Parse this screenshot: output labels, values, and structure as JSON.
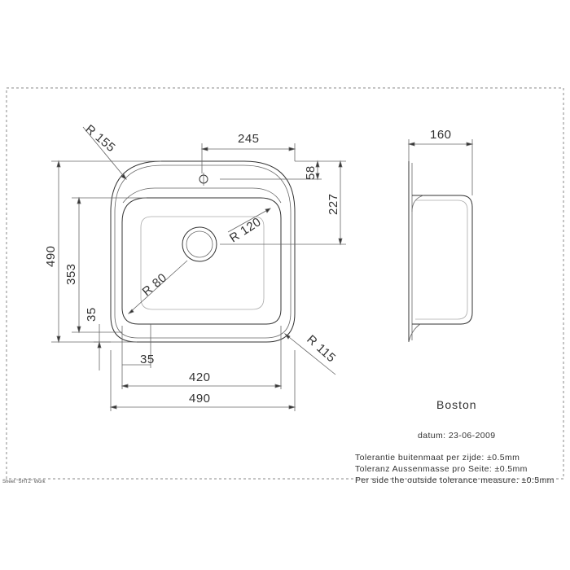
{
  "product": {
    "name": "Boston"
  },
  "date_line": "datum: 23-06-2009",
  "tolerances": [
    "Tolerantie buitenmaat per zijde: ±0.5mm",
    "Toleranz Aussenmasse pro Seite: ±0.5mm",
    "Per side the outside tolerance measure: ±0.5mm"
  ],
  "sheet_label": "Sheet \"SHT2\" Work",
  "dimensions": {
    "top_width": "245",
    "side_depth": "160",
    "tap_offset": "58",
    "drain_offset": "227",
    "overall_height": "490",
    "bowl_height": "353",
    "bottom_offset_v": "35",
    "bottom_offset_h": "35",
    "bowl_width": "420",
    "overall_width": "490"
  },
  "radii": {
    "outer_corner_tl": "R 155",
    "outer_corner_br": "R 115",
    "bowl_corner": "R 120",
    "inner_corner": "R 80"
  }
}
